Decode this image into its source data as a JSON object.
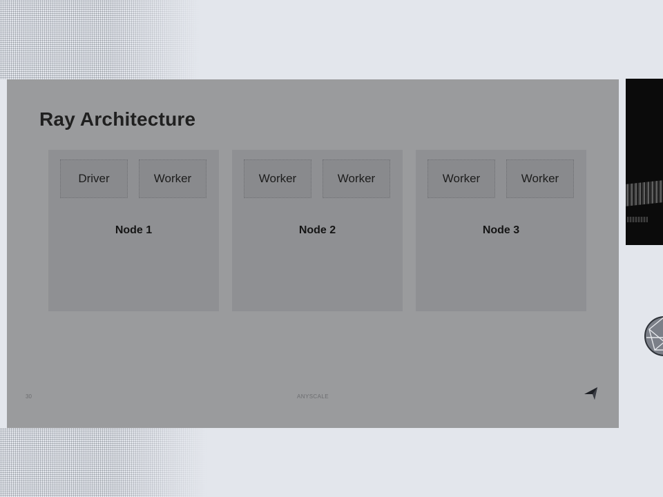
{
  "slide": {
    "title": "Ray Architecture",
    "nodes": [
      {
        "label": "Node 1",
        "processes": [
          "Driver",
          "Worker"
        ]
      },
      {
        "label": "Node 2",
        "processes": [
          "Worker",
          "Worker"
        ]
      },
      {
        "label": "Node 3",
        "processes": [
          "Worker",
          "Worker"
        ]
      }
    ],
    "page_number": "30",
    "footer_text": "ANYSCALE"
  },
  "icons": {
    "logo": "ray-logo-icon",
    "side_thumbnail": "video-thumbnail",
    "side_globe": "globe-icon"
  },
  "colors": {
    "background": "#e3e6ec",
    "slide_background": "#9a9b9d",
    "node_background": "#8f9093",
    "process_background": "#898a8d",
    "title_text": "#202020"
  }
}
